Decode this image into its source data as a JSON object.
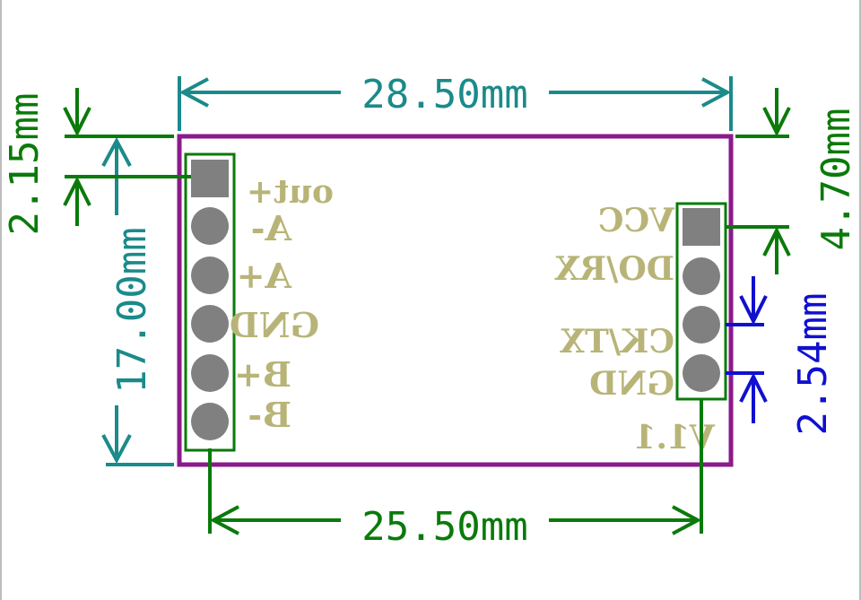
{
  "dimensions": {
    "top_width": "28.50mm",
    "bottom_pitch": "25.50mm",
    "left_height": "17.00mm",
    "left_offset": "2.15mm",
    "right_offset": "4.70mm",
    "right_pitch": "2.54mm"
  },
  "left_header": {
    "pin_labels": [
      "out+",
      "A-",
      "A+",
      "GND",
      "B+",
      "B-"
    ]
  },
  "right_header": {
    "pin_labels": [
      "VCC",
      "DO/RX",
      "CK/TX",
      "GND"
    ]
  },
  "version": "V1.1",
  "colors": {
    "board_outline": "#8b1a8b",
    "header_outline": "#0a7a0a",
    "pad": "#808080",
    "silkscreen": "#b8b478",
    "dim_teal": "#1b8a8a",
    "dim_green": "#0a7a0a",
    "dim_blue": "#1010d0"
  }
}
